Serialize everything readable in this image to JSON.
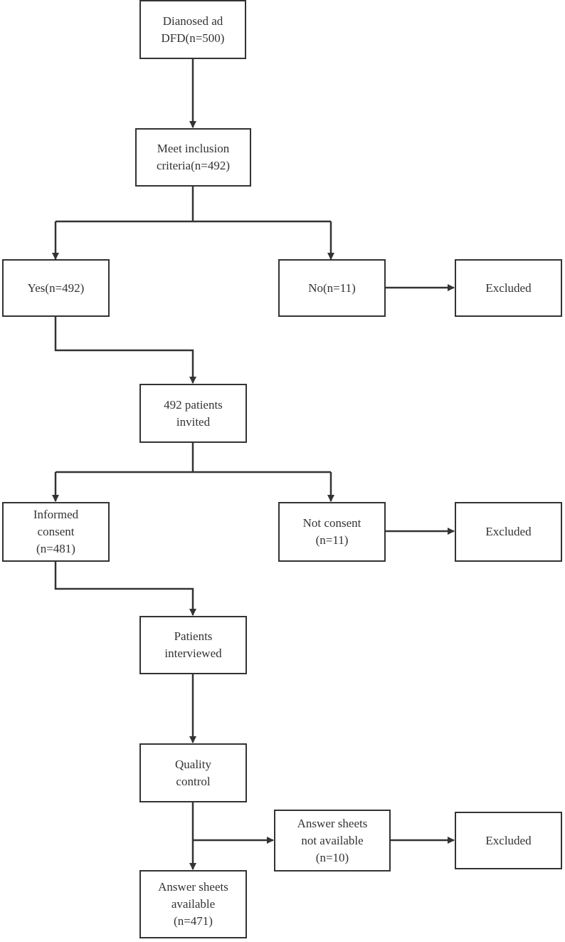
{
  "nodes": {
    "diagnosed": {
      "lines": [
        "Dianosed ad",
        "DFD(n=500)"
      ]
    },
    "meet_inclusion": {
      "lines": [
        "Meet inclusion",
        "criteria(n=492)"
      ]
    },
    "yes": {
      "lines": [
        "Yes(n=492)"
      ]
    },
    "no": {
      "lines": [
        "No(n=11)"
      ]
    },
    "excluded_1": {
      "lines": [
        "Excluded"
      ]
    },
    "invited": {
      "lines": [
        "492 patients",
        "invited"
      ]
    },
    "informed_consent": {
      "lines": [
        "Informed",
        "consent",
        "(n=481)"
      ]
    },
    "not_consent": {
      "lines": [
        "Not consent",
        "(n=11)"
      ]
    },
    "excluded_2": {
      "lines": [
        "Excluded"
      ]
    },
    "interviewed": {
      "lines": [
        "Patients",
        "interviewed"
      ]
    },
    "quality_control": {
      "lines": [
        "Quality",
        "control"
      ]
    },
    "sheets_not_available": {
      "lines": [
        "Answer sheets",
        "not available",
        "(n=10)"
      ]
    },
    "excluded_3": {
      "lines": [
        "Excluded"
      ]
    },
    "sheets_available": {
      "lines": [
        "Answer sheets",
        "available",
        "(n=471)"
      ]
    }
  },
  "colors": {
    "line": "#333333",
    "text": "#333333",
    "box_fill": "#ffffff"
  }
}
